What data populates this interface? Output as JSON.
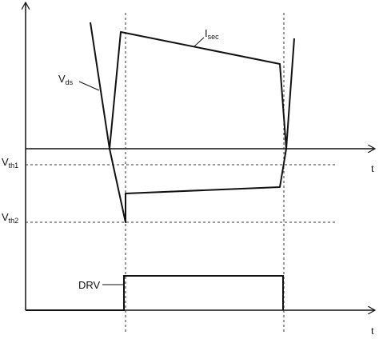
{
  "labels": {
    "isec_main": "I",
    "isec_sub": "sec",
    "vds_main": "V",
    "vds_sub": "ds",
    "vth1_main": "V",
    "vth1_sub": "th1",
    "vth2_main": "V",
    "vth2_sub": "th2",
    "drv": "DRV",
    "t_upper": "t",
    "t_lower": "t"
  }
}
